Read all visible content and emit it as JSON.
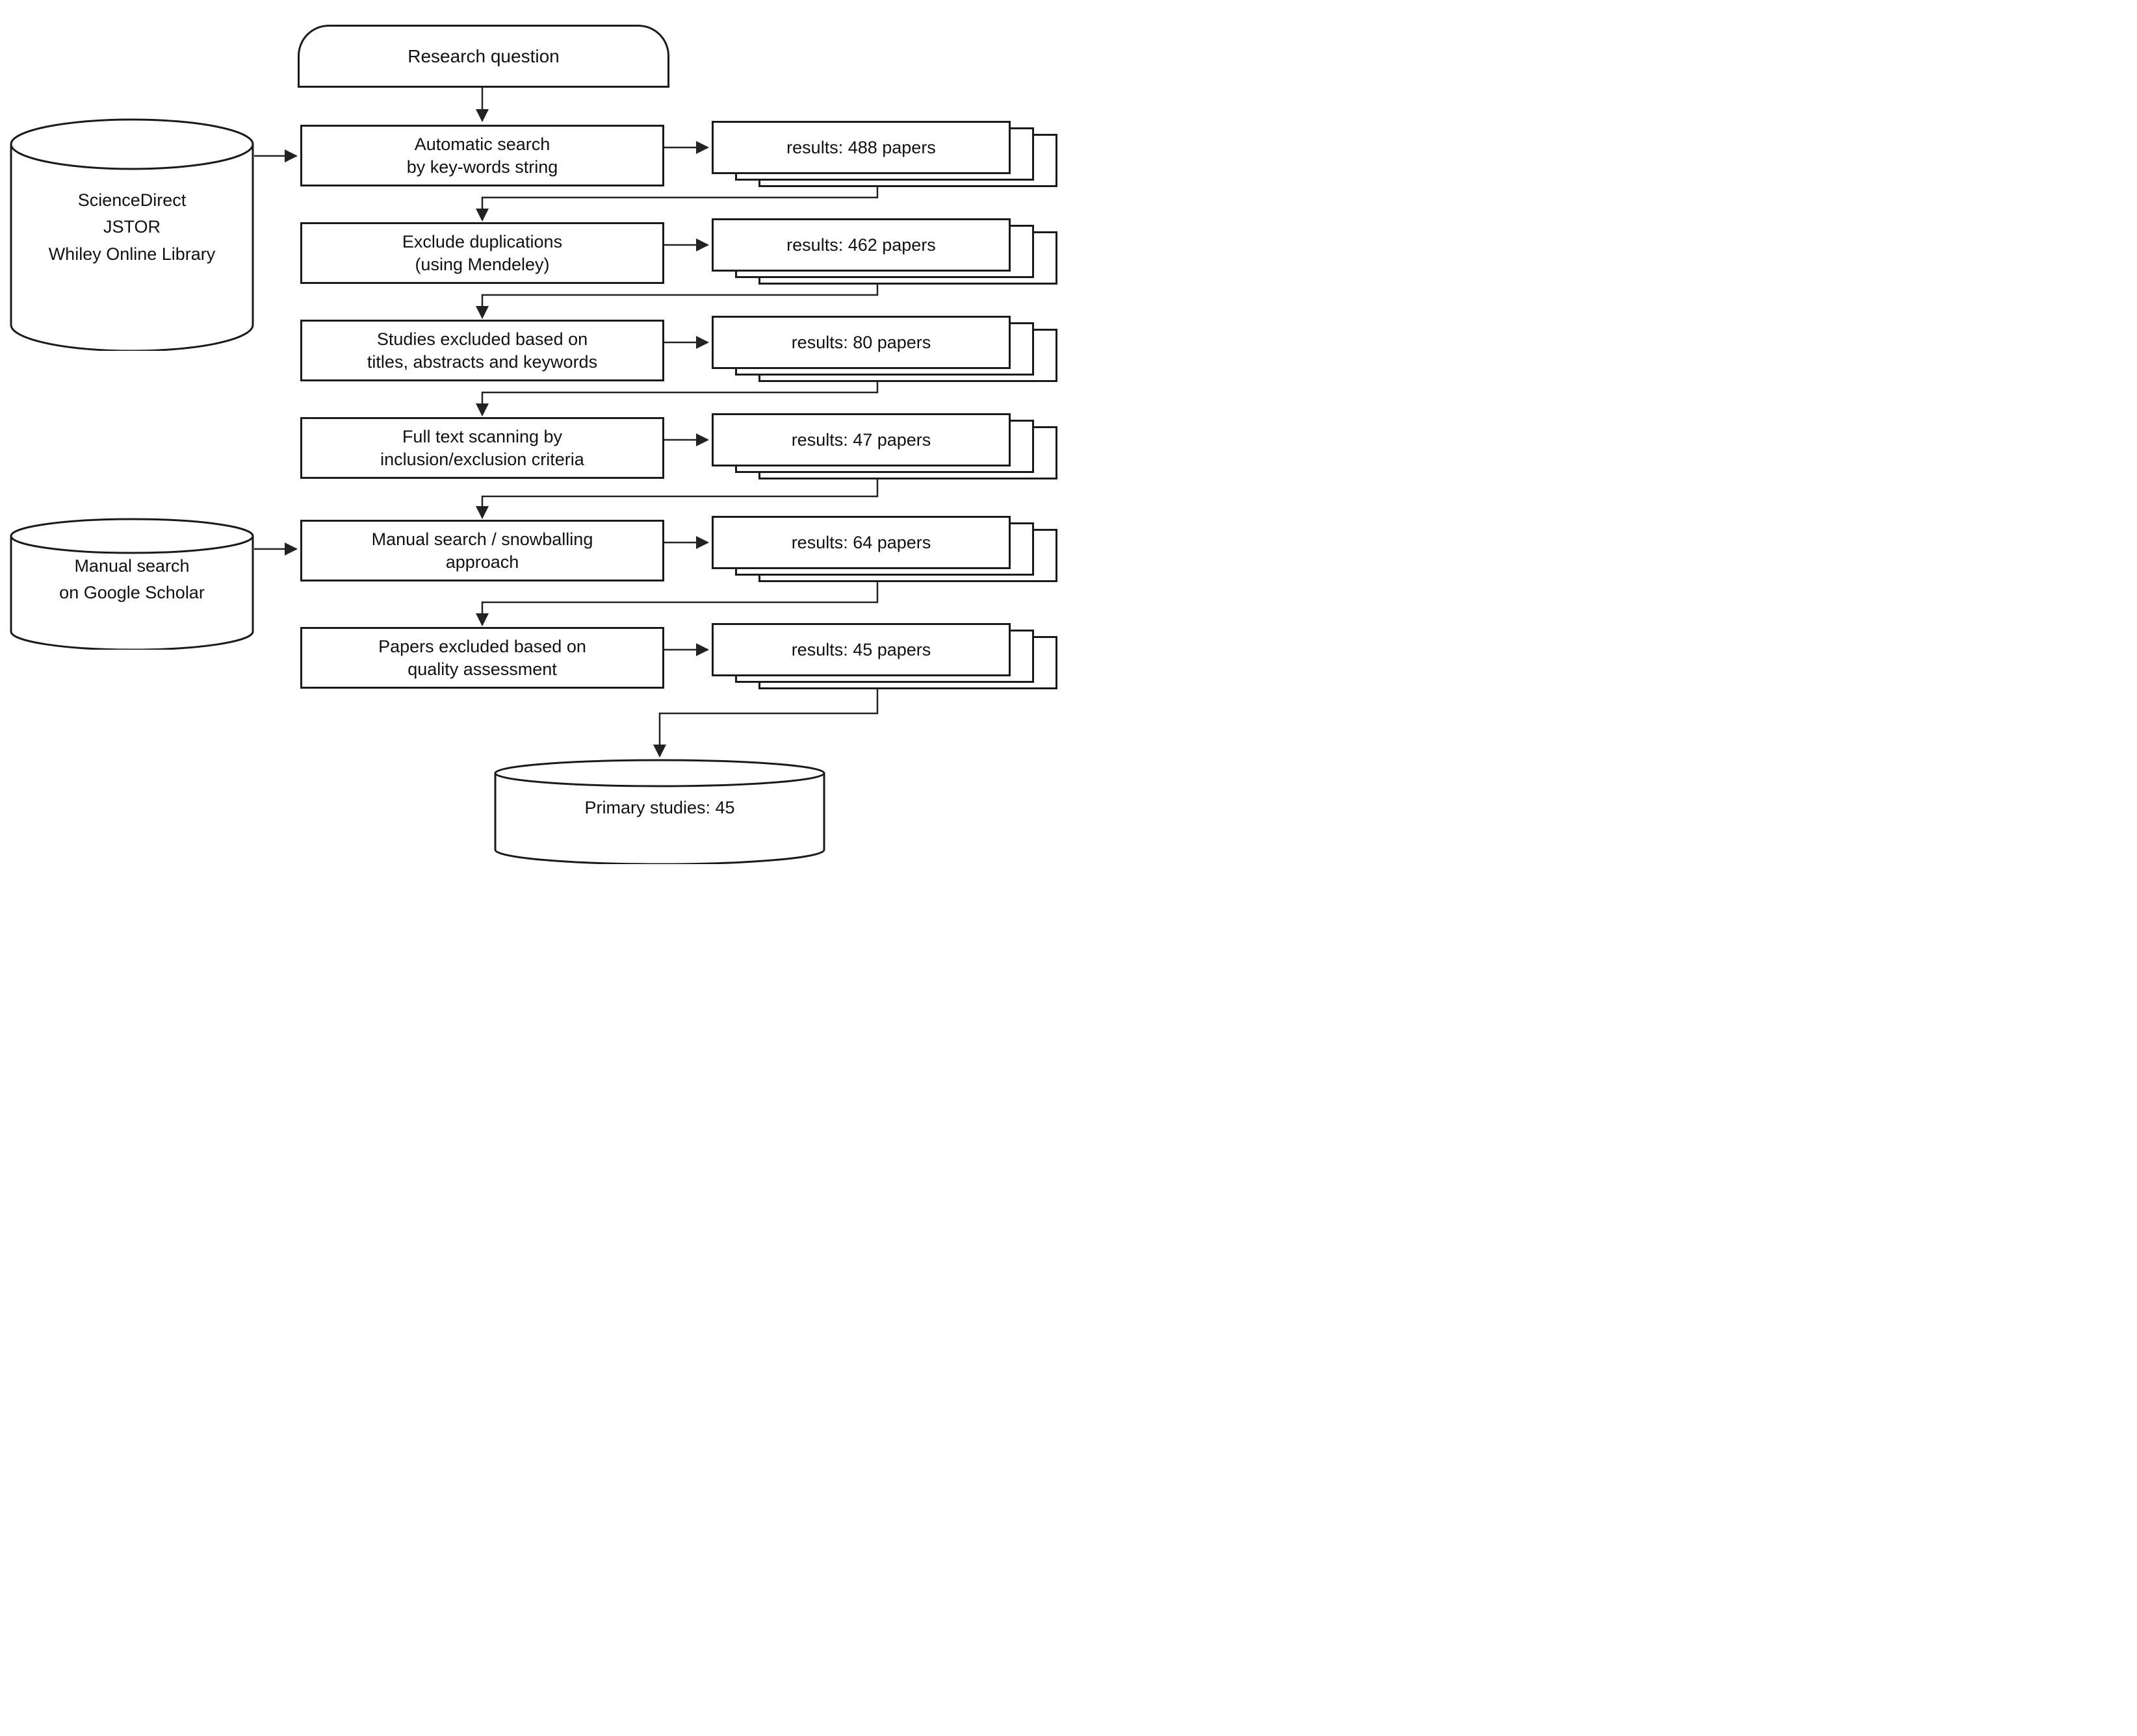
{
  "diagram": {
    "title_node": {
      "label": "Research question"
    },
    "sources": [
      {
        "lines": [
          "ScienceDirect",
          "JSTOR",
          "Whiley Online Library"
        ]
      },
      {
        "lines": [
          "Manual search",
          "on Google Scholar"
        ]
      }
    ],
    "steps": [
      {
        "line1": "Automatic search",
        "line2": "by key-words string",
        "result": "results: 488 papers"
      },
      {
        "line1": "Exclude duplications",
        "line2": "(using Mendeley)",
        "result": "results: 462 papers"
      },
      {
        "line1": "Studies excluded based on",
        "line2": "titles, abstracts and keywords",
        "result": "results: 80 papers"
      },
      {
        "line1": "Full text scanning by",
        "line2": "inclusion/exclusion criteria",
        "result": "results: 47 papers"
      },
      {
        "line1": "Manual search / snowballing",
        "line2": "approach",
        "result": "results: 64 papers"
      },
      {
        "line1": "Papers excluded based on",
        "line2": "quality assessment",
        "result": "results: 45 papers"
      }
    ],
    "output_node": {
      "label": "Primary studies: 45"
    },
    "colors": {
      "stroke": "#1a1a1a",
      "connector": "#222222",
      "background": "#ffffff",
      "text": "#111111"
    }
  }
}
